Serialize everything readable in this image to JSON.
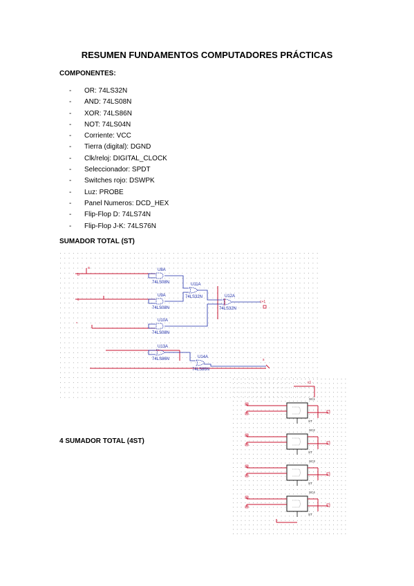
{
  "title": "RESUMEN FUNDAMENTOS COMPUTADORES PRÁCTICAS",
  "components_heading": "COMPONENTES:",
  "components": [
    "OR: 74LS32N",
    "AND: 74LS08N",
    "XOR: 74LS86N",
    "NOT: 74LS04N",
    "Corriente: VCC",
    "Tierra (digital): DGND",
    "Clk/reloj: DIGITAL_CLOCK",
    "Seleccionador: SPDT",
    "Switches rojo: DSWPK",
    "Luz: PROBE",
    "Panel Numeros: DCD_HEX",
    "Flip-Flop D: 74LS74N",
    "Flip-Flop J-K: 74LS76N"
  ],
  "bullet_dash": "-",
  "section_st": "SUMADOR TOTAL (ST)",
  "section_4st": "4 SUMADOR TOTAL (4ST)",
  "circuit_st": {
    "gates": [
      {
        "ref": "U8A",
        "part": "74LS08N"
      },
      {
        "ref": "U11A",
        "part": "74LS32N"
      },
      {
        "ref": "U9A",
        "part": "74LS08N"
      },
      {
        "ref": "U12A",
        "part": "74LS32N"
      },
      {
        "ref": "U10A",
        "part": "74LS08N"
      },
      {
        "ref": "U13A",
        "part": "74LS86N"
      },
      {
        "ref": "U14A",
        "part": "74LS86N"
      }
    ],
    "signals": [
      "a",
      "b",
      "c",
      "c+1",
      "s"
    ]
  },
  "circuit_4st": {
    "blocks": [
      {
        "top": "SC1",
        "bottom": "ST"
      },
      {
        "top": "SC2",
        "bottom": "ST"
      },
      {
        "top": "SC3",
        "bottom": "ST"
      },
      {
        "top": "SC4",
        "bottom": "ST"
      }
    ],
    "top_label": "c1"
  },
  "colors": {
    "wire": "#c8102e",
    "gate": "#1a2aa8",
    "grid": "#9a9a9a"
  }
}
